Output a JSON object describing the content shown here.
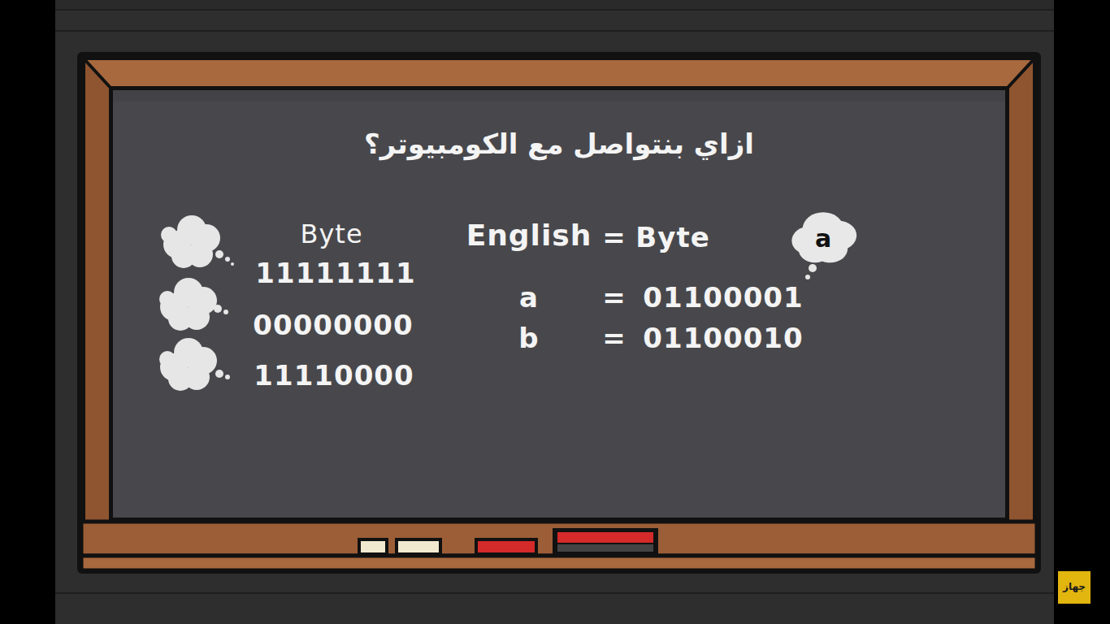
{
  "diagram": {
    "title": "ازاي بنتواصل مع الكومبيوتر؟",
    "nodes": [
      {
        "text": [
          "a"
        ]
      },
      {
        "text": [
          "جهاز"
        ]
      }
    ],
    "labels": [
      "Byte",
      "English",
      "=",
      "Byte",
      "11111111",
      "a",
      "=",
      "01100001",
      "00000000",
      "b",
      "=",
      "01100010",
      "11110000"
    ]
  }
}
